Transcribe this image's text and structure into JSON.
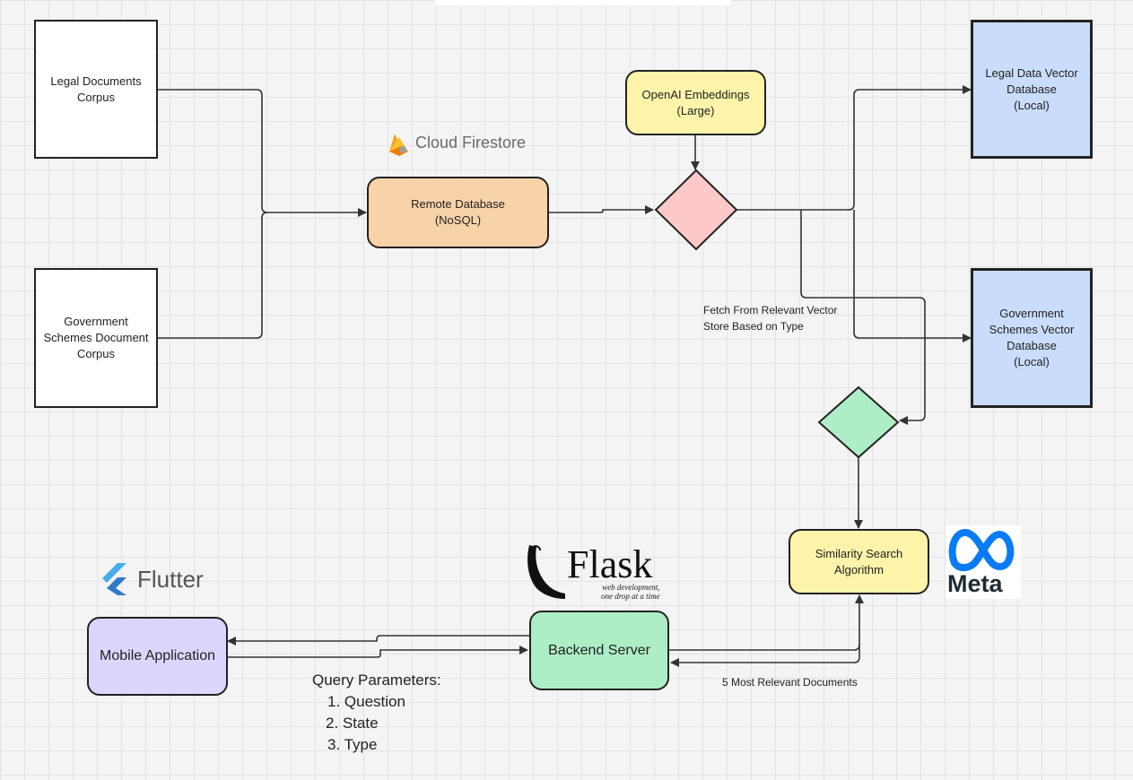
{
  "nodes": {
    "legal_corpus": "Legal Documents\nCorpus",
    "gov_corpus": "Government\nSchemes Document\nCorpus",
    "remote_db": "Remote Database\n(NoSQL)",
    "openai": "OpenAI Embeddings\n(Large)",
    "legal_vector_db": "Legal Data Vector\nDatabase\n(Local)",
    "gov_vector_db": "Government\nSchemes Vector\nDatabase\n(Local)",
    "similarity": "Similarity Search\nAlgorithm",
    "backend": "Backend Server",
    "mobile": "Mobile Application"
  },
  "labels": {
    "fetch": "Fetch From Relevant Vector\nStore Based on Type",
    "query_params": "Query Parameters:",
    "query_items": [
      "1. Question",
      "2.  State",
      "3. Type"
    ],
    "relevant_docs": "5 Most Relevant Documents"
  },
  "logos": {
    "firestore": "Cloud Firestore",
    "flask": "Flask",
    "flask_tagline": "web development,\none drop at a time",
    "flutter": "Flutter",
    "meta": "Meta"
  },
  "colors": {
    "remote_db": "#f8d3a8",
    "openai": "#fdf4aa",
    "router_diamond": "#fcc8c8",
    "merge_diamond": "#aeeec6",
    "vector_db": "#c9ddfb",
    "similarity": "#fdf4aa",
    "backend": "#aeeec6",
    "mobile": "#dcd6fc",
    "meta_blue": "#0a7bf5",
    "flutter_blue": "#45aeea",
    "firestore_orange": "#f6a623"
  }
}
